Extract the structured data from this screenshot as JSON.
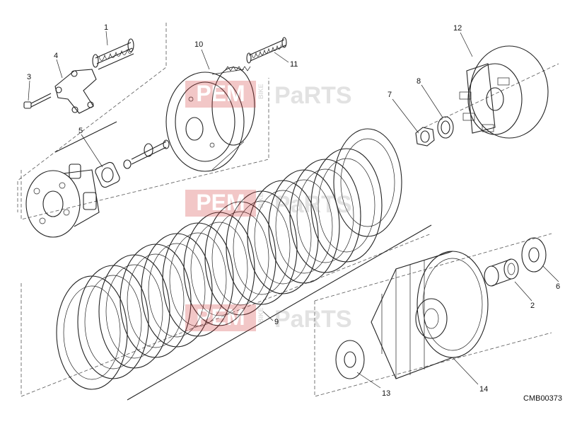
{
  "diagram": {
    "drawing_code": "CMB00373",
    "watermark": {
      "brand_left": "PEM",
      "brand_small": "BIKE",
      "brand_right": "PaRTS"
    },
    "callouts": [
      {
        "id": "c1",
        "label": "1"
      },
      {
        "id": "c2",
        "label": "2"
      },
      {
        "id": "c3",
        "label": "3"
      },
      {
        "id": "c4",
        "label": "4"
      },
      {
        "id": "c5",
        "label": "5"
      },
      {
        "id": "c6",
        "label": "6"
      },
      {
        "id": "c7",
        "label": "7"
      },
      {
        "id": "c8",
        "label": "8"
      },
      {
        "id": "c9",
        "label": "9"
      },
      {
        "id": "c10",
        "label": "10"
      },
      {
        "id": "c11",
        "label": "11"
      },
      {
        "id": "c12",
        "label": "12"
      },
      {
        "id": "c13",
        "label": "13"
      },
      {
        "id": "c14",
        "label": "14"
      }
    ]
  }
}
